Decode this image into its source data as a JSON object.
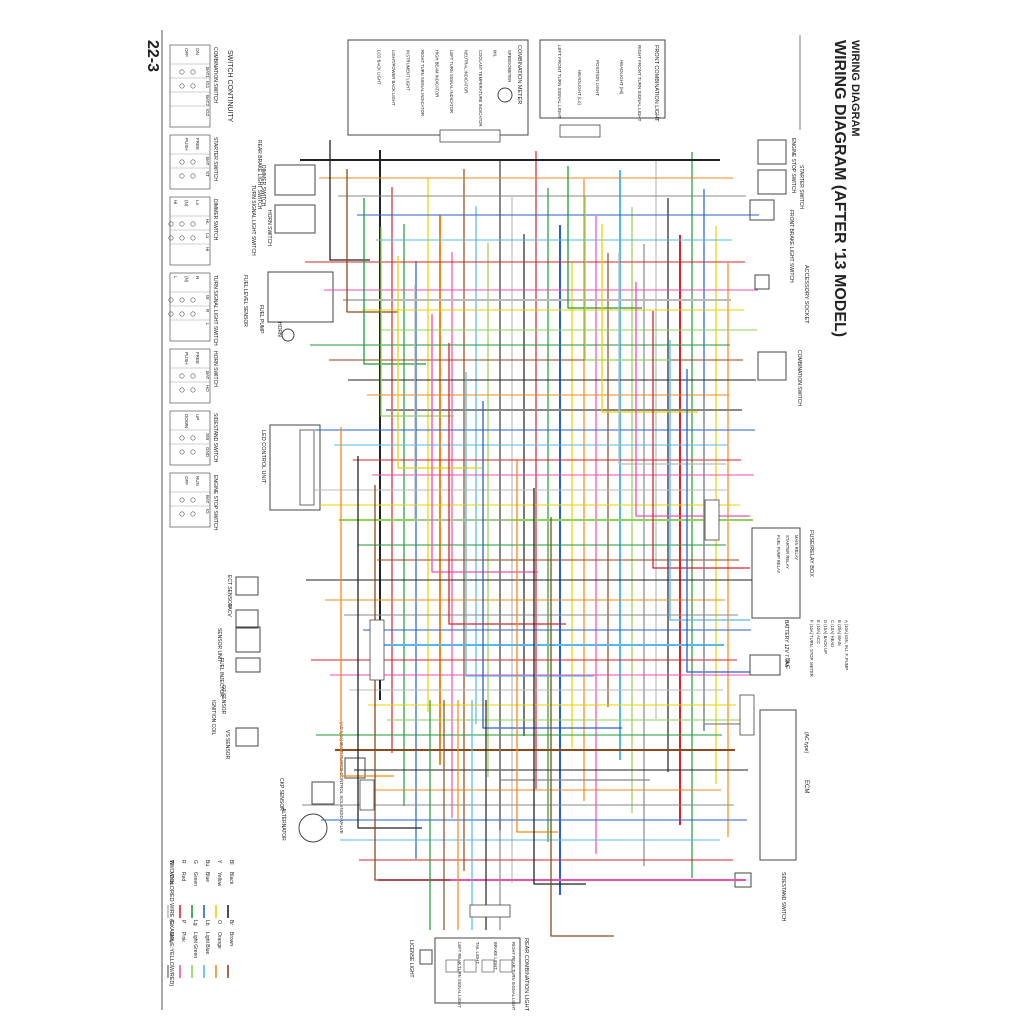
{
  "header": {
    "section": "WIRING DIAGRAM",
    "title": "WIRING DIAGRAM (AFTER '13 MODEL)",
    "page_number": "22-3"
  },
  "switch_continuity": {
    "title": "SWITCH CONTINUITY",
    "tables": [
      {
        "name": "COMBINATION SWITCH",
        "cols": [
          "BAT1",
          "IG1",
          "BAT2",
          "IG2"
        ],
        "rows": [
          "ON",
          "OFF"
        ]
      },
      {
        "name": "STARTER SWITCH",
        "cols": [
          "BAT",
          "ST"
        ],
        "rows": [
          "FREE",
          "PUSH"
        ]
      },
      {
        "name": "DIMMER SWITCH",
        "cols": [
          "HL",
          "Lo",
          "Hi"
        ],
        "rows": [
          "Lo",
          "(N)",
          "Hi"
        ]
      },
      {
        "name": "TURN SIGNAL LIGHT SWITCH",
        "cols": [
          "W",
          "R",
          "L"
        ],
        "rows": [
          "R",
          "(N)",
          "L"
        ]
      },
      {
        "name": "HORN SWITCH",
        "cols": [
          "BAT",
          "HO"
        ],
        "rows": [
          "FREE",
          "PUSH"
        ]
      },
      {
        "name": "SIDESTAND SWITCH",
        "cols": [
          "SW",
          "GND"
        ],
        "rows": [
          "UP",
          "DOWN"
        ]
      },
      {
        "name": "ENGINE STOP SWITCH",
        "cols": [
          "BAT",
          "IG"
        ],
        "rows": [
          "RUN",
          "OFF"
        ]
      }
    ]
  },
  "components": {
    "front_combination_light": "FRONT COMBINATION LIGHT",
    "right_front_turn": "RIGHT FRONT TURN SIGNAL LIGHT",
    "headlight_hi": "HEADLIGHT (Hi)",
    "position_light": "POSITION LIGHT",
    "headlight_lo": "HEADLIGHT (Lo)",
    "left_front_turn": "LEFT FRONT TURN SIGNAL LIGHT",
    "combination_meter": "COMBINATION METER",
    "meter_items": [
      "SPEEDOMETER",
      "MIL",
      "COOLANT TEMPERATURE INDICATOR",
      "NEUTRAL INDICATOR",
      "LEFT TURN SIGNAL INDICATOR",
      "HIGH BEAM INDICATOR",
      "RIGHT TURN SIGNAL INDICATOR",
      "INSTRUMENT LIGHT",
      "LIGHT/POWER BACK LIGHT",
      "LCD BACK LIGHT"
    ],
    "engine_stop_switch": "ENGINE STOP SWITCH",
    "starter_switch": "STARTER SWITCH",
    "front_brake_light_switch": "FRONT BRAKE LIGHT SWITCH",
    "rear_brake_light_switch": "REAR BRAKE LIGHT SWITCH",
    "dimmer_switch": "DIMMER SWITCH",
    "turn_signal_light_switch": "TURN SIGNAL LIGHT SWITCH",
    "horn_switch": "HORN SWITCH",
    "accessory_socket": "ACCESSORY SOCKET",
    "fuel_level_sensor": "FUEL LEVEL SENSOR",
    "fuel_pump": "FUEL PUMP",
    "horn": "HORN",
    "combination_switch": "COMBINATION SWITCH",
    "led_control_unit": "LED CONTROL UNIT",
    "fuse_relay_box": "FUSE/RELAY BOX",
    "fuse_relay_parts": [
      "MAIN RELAY",
      "STARTER RELAY",
      "FUEL PUMP RELAY"
    ],
    "fuse_list": [
      "A (10A) IGN, INJ, F. PUMP",
      "B (25A) MAIN",
      "C (10A) HEAD",
      "D (15A) BACK UP",
      "E (10A) ACC",
      "F (10A) TURN, STOP, METER"
    ],
    "battery": "BATTERY 12V 7.0Ah",
    "dlc": "DLC",
    "ect_sensor": "ECT SENSOR",
    "iacv": "IACV",
    "sensor_unit": "SENSOR UNIT",
    "fuel_injector": "FUEL INJECTOR",
    "o2_sensor": "O2 SENSOR",
    "ignition_coil": "IGNITION COIL",
    "vs_sensor": "VS SENSOR",
    "evap_valve": "(AC type) EVAP PURGE CONTROL SOLENOID VALVE",
    "ckp_sensor": "CKP SENSOR",
    "alternator": "ALTERNATOR",
    "ecm": "ECM",
    "ecm_type": "(AC type)",
    "sidestand_switch": "SIDESTAND SWITCH",
    "rear_combination_light": "REAR COMBINATION LIGHT",
    "rear_items": [
      "RIGHT REAR TURN SIGNAL LIGHT",
      "BRAKE LIGHT",
      "TAIL LIGHT",
      "LEFT REAR TURN SIGNAL LIGHT"
    ],
    "license_light": "LICENSE LIGHT"
  },
  "color_legend": {
    "entries": [
      {
        "code": "Bl",
        "name": "Black",
        "hex": "#222222"
      },
      {
        "code": "Y",
        "name": "Yellow",
        "hex": "#e8d200"
      },
      {
        "code": "Bu",
        "name": "Blue",
        "hex": "#2a5fd0"
      },
      {
        "code": "G",
        "name": "Green",
        "hex": "#1f9a3a"
      },
      {
        "code": "R",
        "name": "Red",
        "hex": "#d8232a"
      },
      {
        "code": "W",
        "name": "White",
        "hex": "#bbbbbb"
      },
      {
        "code": "Br",
        "name": "Brown",
        "hex": "#8a4a1e"
      },
      {
        "code": "O",
        "name": "Orange",
        "hex": "#f08a1c"
      },
      {
        "code": "Lb",
        "name": "Light Blue",
        "hex": "#57b8ee"
      },
      {
        "code": "Lg",
        "name": "Light Green",
        "hex": "#8cd35a"
      },
      {
        "code": "P",
        "name": "Pink",
        "hex": "#ee4fb0"
      },
      {
        "code": "Gr",
        "name": "Gray",
        "hex": "#888888"
      }
    ],
    "note": "TWO COLORED WIRE (EXAMPLE:YELLOW/RED)"
  }
}
